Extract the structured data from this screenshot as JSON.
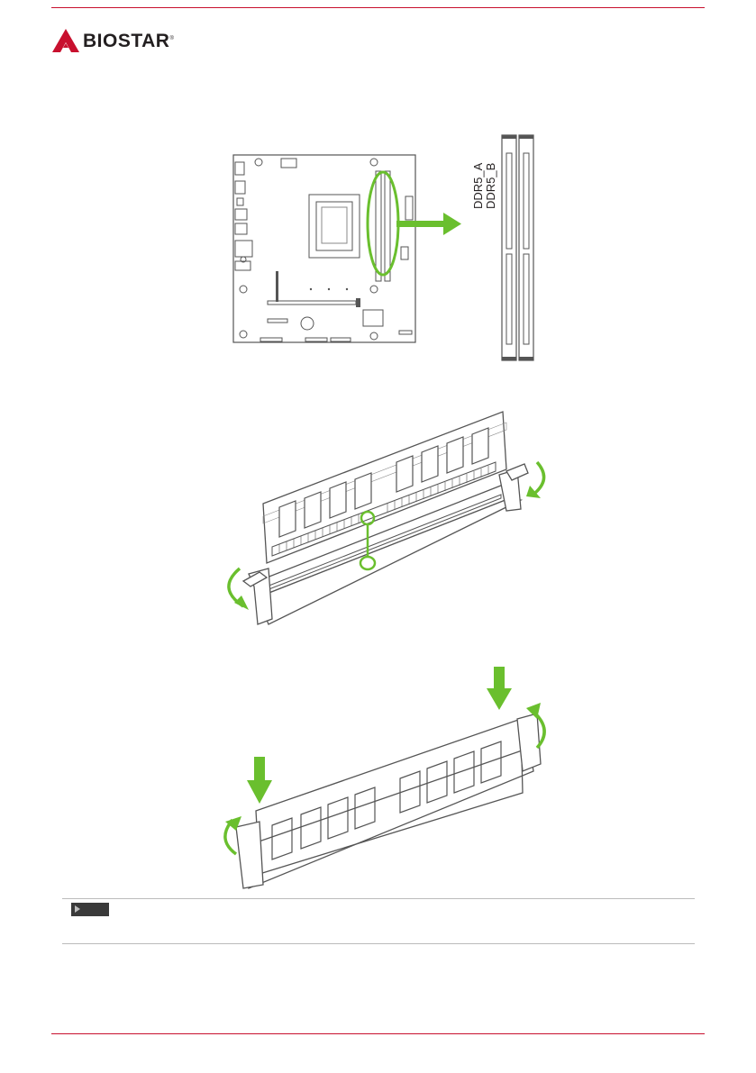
{
  "header": {
    "brand": "BIOSTAR",
    "brand_color": "#c8102e",
    "logo_icon": "biostar-triangle-logo-icon"
  },
  "figure_board": {
    "slot_labels": [
      "DDR5_A",
      "DDR5_B"
    ],
    "highlight_color": "#6abf2e"
  },
  "figure_unlock": {
    "icons": [
      "memory-module-icon",
      "dimm-slot-icon",
      "rotate-arrow-icon"
    ]
  },
  "figure_insert": {
    "icons": [
      "memory-module-icon",
      "dimm-slot-icon",
      "down-arrow-icon",
      "rotate-arrow-icon"
    ]
  },
  "note": {
    "tag_icon": "play-triangle-icon",
    "text": ""
  }
}
